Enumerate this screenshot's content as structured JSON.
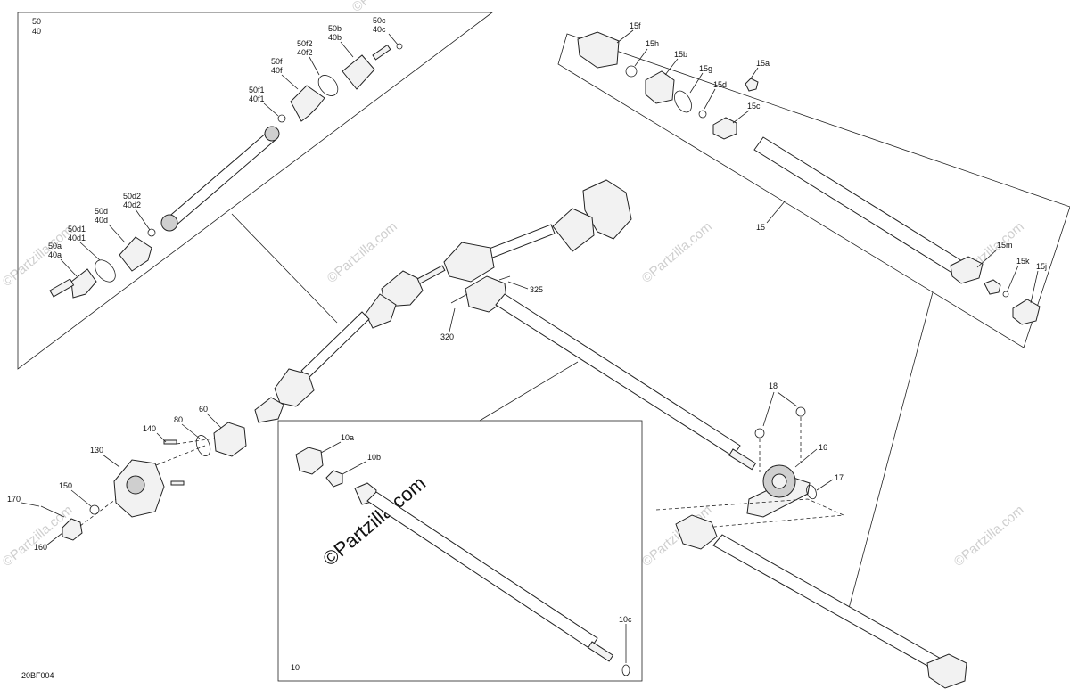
{
  "diagram_id": "20BF004",
  "watermark": "©Partzilla.com",
  "box_front": {
    "labels": [
      "50",
      "40"
    ]
  },
  "box_driveshaft": {
    "label": "10"
  },
  "callouts": {
    "c50c": "50c",
    "c40c": "40c",
    "c50b": "50b",
    "c40b": "40b",
    "c50f2": "50f2",
    "c40f2": "40f2",
    "c50f": "50f",
    "c40f": "40f",
    "c50f1": "50f1",
    "c40f1": "40f1",
    "c50d2": "50d2",
    "c40d2": "40d2",
    "c50d": "50d",
    "c40d": "40d",
    "c50d1": "50d1",
    "c40d1": "40d1",
    "c50a": "50a",
    "c40a": "40a",
    "c15f": "15f",
    "c15h": "15h",
    "c15b": "15b",
    "c15g": "15g",
    "c15a": "15a",
    "c15d": "15d",
    "c15c": "15c",
    "c15": "15",
    "c15m": "15m",
    "c15k": "15k",
    "c15j": "15j",
    "c325": "325",
    "c320": "320",
    "c60": "60",
    "c80": "80",
    "c140": "140",
    "c130": "130",
    "c150": "150",
    "c170": "170",
    "c160": "160",
    "c10a": "10a",
    "c10b": "10b",
    "c10c": "10c",
    "c18": "18",
    "c16": "16",
    "c17": "17"
  }
}
